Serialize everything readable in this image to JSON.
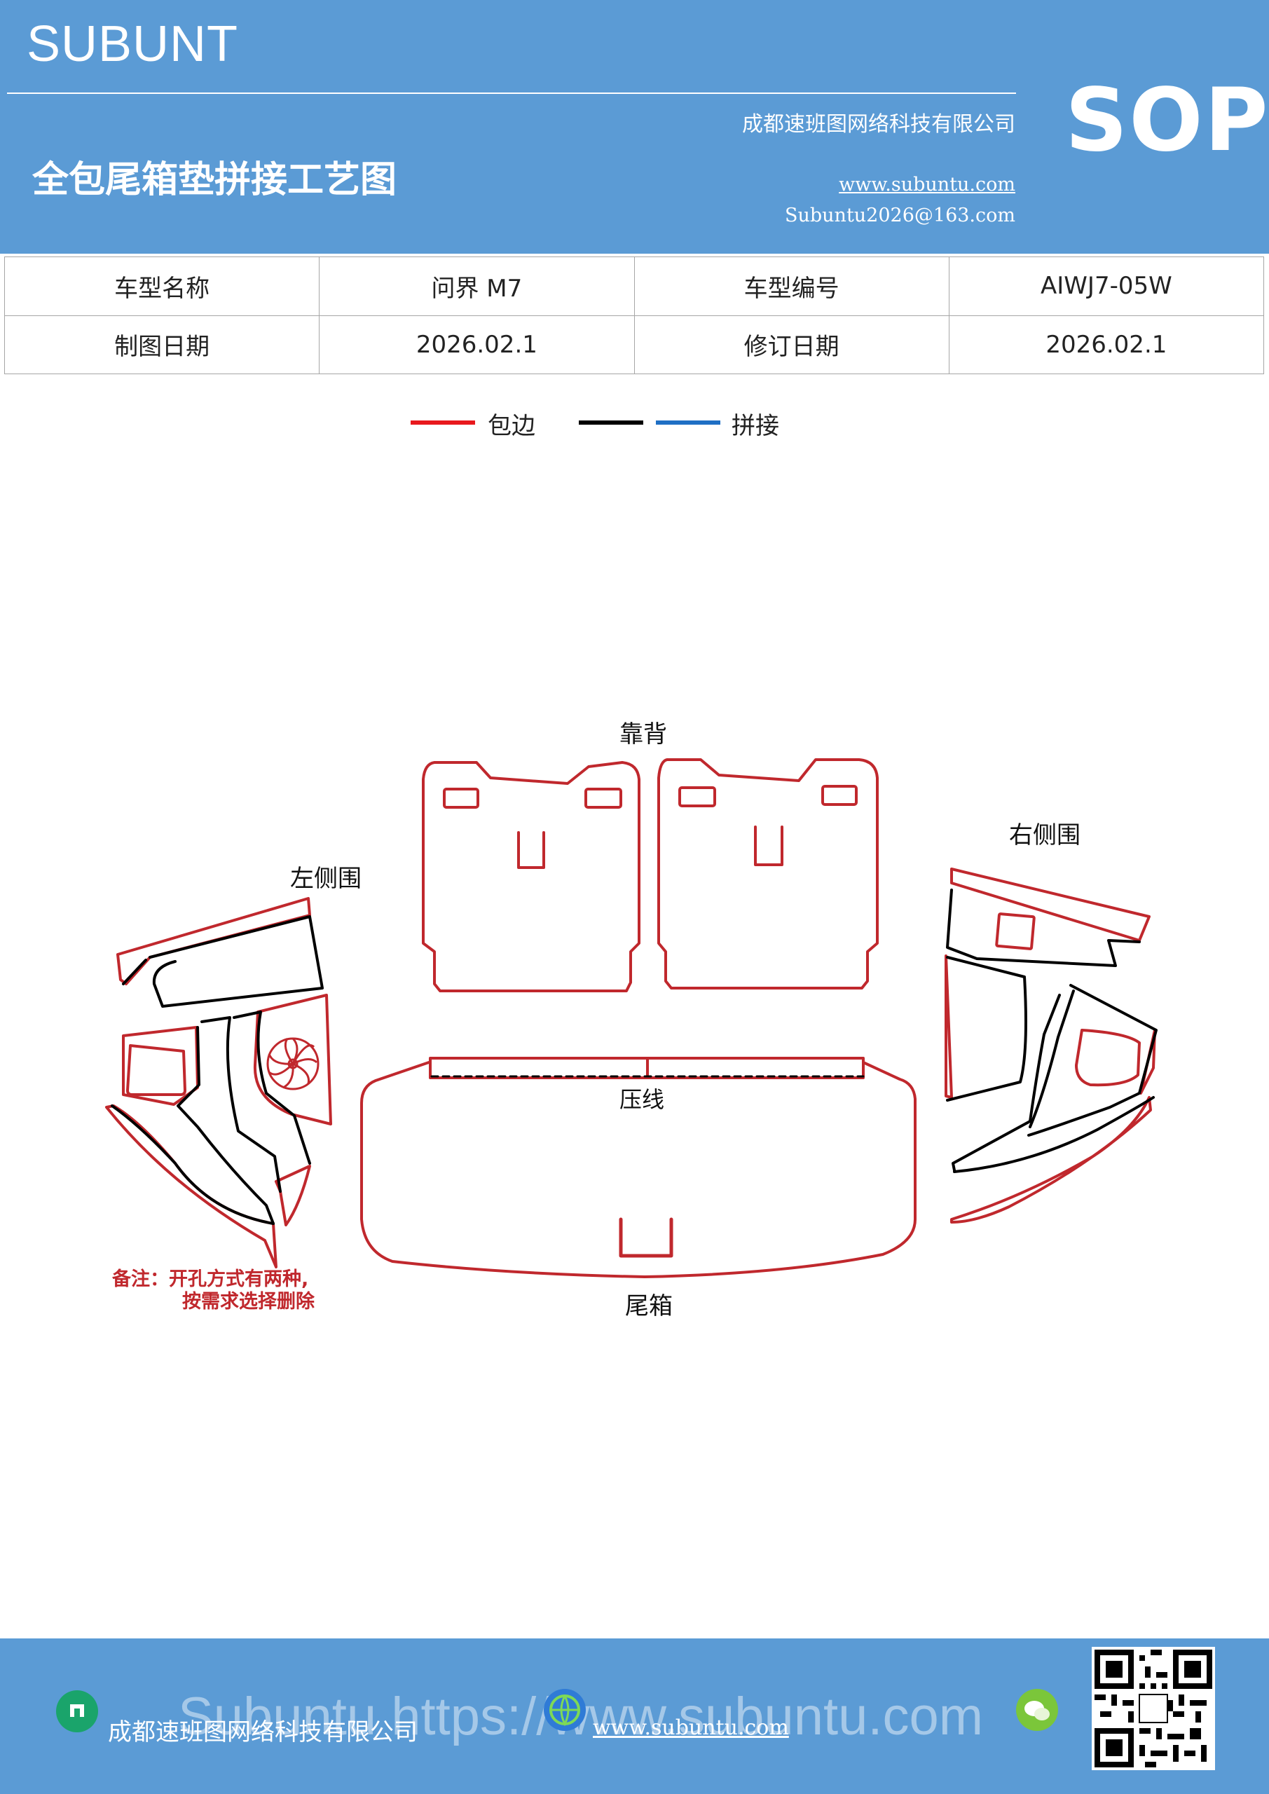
{
  "header": {
    "brand": "SUBUNT",
    "title": "全包尾箱垫拼接工艺图",
    "company": "成都速班图网络科技有限公司",
    "website": "www.subuntu.com",
    "email": "Subuntu2026@163.com",
    "badge": "SOP"
  },
  "info_table": {
    "rows": [
      [
        {
          "label": "车型名称",
          "value": "问界 M7"
        },
        {
          "label": "车型编号",
          "value": "AIWJ7-05W"
        }
      ],
      [
        {
          "label": "制图日期",
          "value": "2026.02.1"
        },
        {
          "label": "修订日期",
          "value": "2026.02.1"
        }
      ]
    ]
  },
  "legend": {
    "items": [
      {
        "label": "包边",
        "color": "#e8191d"
      },
      {
        "label": "拼接",
        "colors": [
          "#000000",
          "#1f6fc4"
        ]
      }
    ]
  },
  "diagram": {
    "labels": {
      "backrest": "靠背",
      "right_side": "右侧围",
      "left_side": "左侧围",
      "press_line": "压线",
      "trunk": "尾箱"
    },
    "colors": {
      "edge": "#c0282d",
      "seam": "#000000"
    },
    "note": {
      "line1": "备注：开孔方式有两种,",
      "line2": "按需求选择删除"
    }
  },
  "footer": {
    "company": "成都速班图网络科技有限公司",
    "website": "www.subuntu.com",
    "watermark": "Subuntu https://www.subuntu.com"
  }
}
